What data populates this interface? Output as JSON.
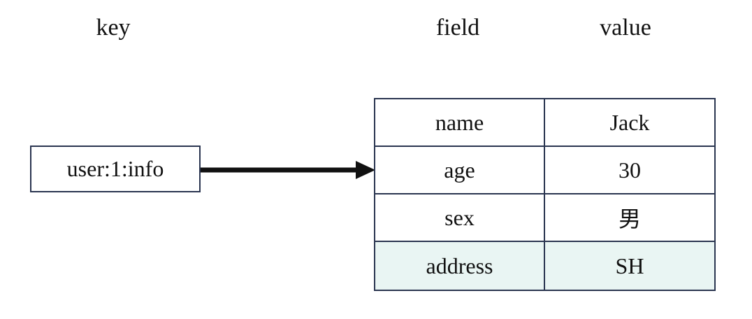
{
  "headers": {
    "key": "key",
    "field": "field",
    "value": "value"
  },
  "key_box": {
    "label": "user:1:info"
  },
  "hash": {
    "rows": [
      {
        "field": "name",
        "value": "Jack"
      },
      {
        "field": "age",
        "value": "30"
      },
      {
        "field": "sex",
        "value": "男"
      },
      {
        "field": "address",
        "value": "SH"
      }
    ],
    "highlight_color": "#e9f5f3",
    "border_color": "#2a3550"
  }
}
